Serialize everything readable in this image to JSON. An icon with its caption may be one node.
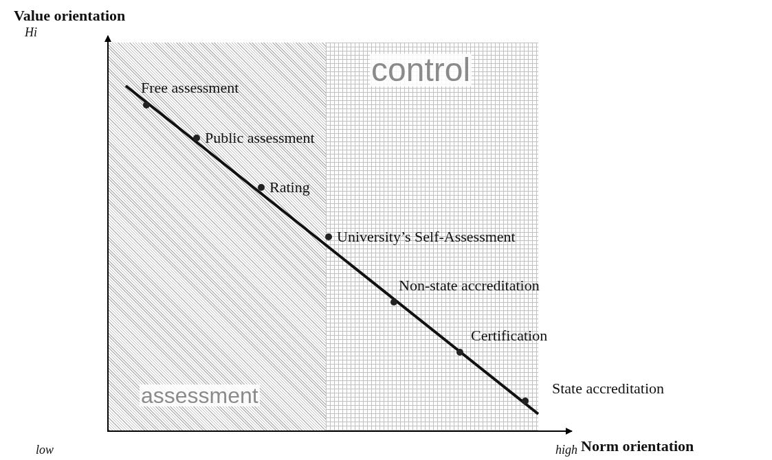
{
  "diagram": {
    "labels": [
      "Value orientation",
      "Hi",
      "Free assessment",
      "control",
      "Public assessment",
      "Rating",
      "University’s Self-Assessment",
      "Non-state accreditation",
      "Certification",
      "assessment",
      "State accreditation",
      "low",
      "Norm orientation",
      "high"
    ]
  }
}
